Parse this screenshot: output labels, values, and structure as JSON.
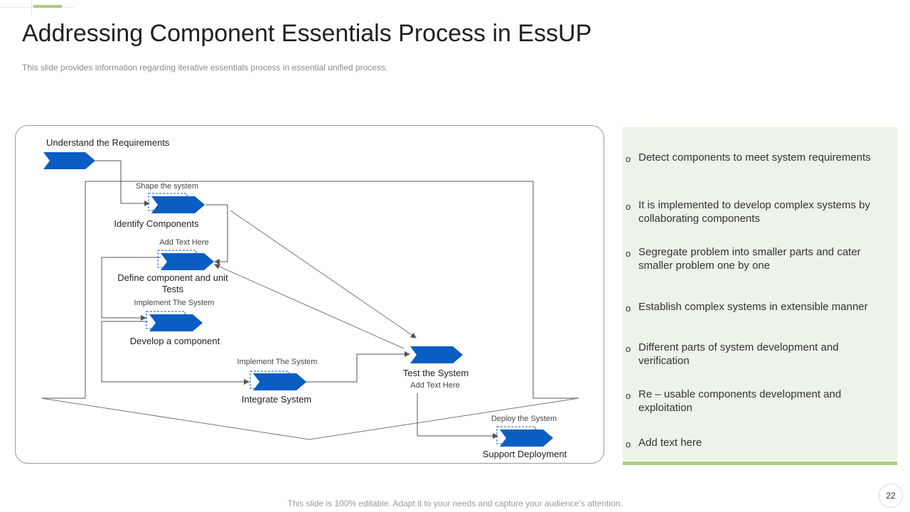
{
  "slide": {
    "title": "Addressing Component Essentials Process in EssUP",
    "subtitle": "This slide provides information regarding iterative essentials process in essential unified process.",
    "footer": "This slide is 100% editable. Adapt it to your needs and capture your audience's attention.",
    "page_number": "22"
  },
  "colors": {
    "arrow_blue": "#0a5dc2",
    "accent_green": "#a9cc7e",
    "panel_bg": "#edf3e6"
  },
  "diagram": {
    "steps": [
      {
        "label": "Understand the Requirements",
        "sublabel": ""
      },
      {
        "label": "Identify Components",
        "sublabel": "Shape the system"
      },
      {
        "label": "Define component and unit Tests",
        "sublabel": "Add Text Here"
      },
      {
        "label": "Develop a component",
        "sublabel": "Implement The System"
      },
      {
        "label": "Integrate System",
        "sublabel": "Implement The System"
      },
      {
        "label": "Test the System",
        "sublabel": "Add Text Here"
      },
      {
        "label": "Support Deployment",
        "sublabel": "Deploy the System"
      }
    ]
  },
  "panel": {
    "bullet_marker": "o",
    "bullets": [
      "Detect components to meet system requirements",
      "It is implemented to develop complex systems by collaborating components",
      "Segregate problem into smaller parts and cater smaller problem one by one",
      "Establish complex systems in extensible manner",
      "Different parts of system development and verification",
      "Re – usable components development and exploitation",
      "Add text here"
    ]
  }
}
